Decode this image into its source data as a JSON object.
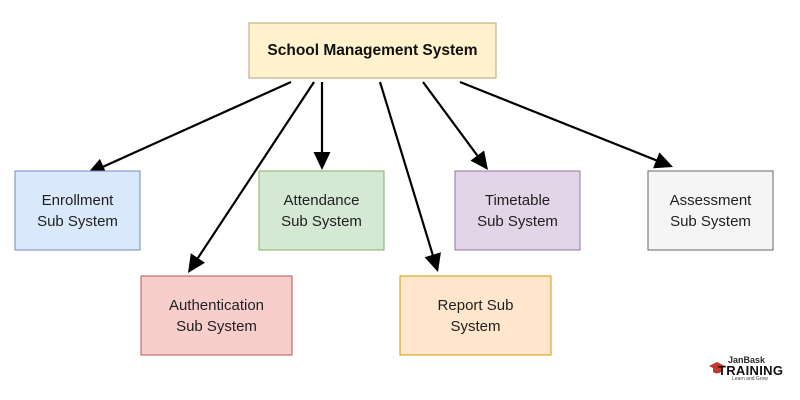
{
  "root": {
    "label": "School Management System",
    "fill": "#fff2cc",
    "stroke": "#b0a57a"
  },
  "nodes": [
    {
      "id": "enrollment",
      "lines": [
        "Enrollment",
        "Sub System"
      ],
      "fill": "#dae8fc",
      "stroke": "#6c8ebf"
    },
    {
      "id": "authentication",
      "lines": [
        "Authentication",
        "Sub System"
      ],
      "fill": "#f8cecc",
      "stroke": "#b85450"
    },
    {
      "id": "attendance",
      "lines": [
        "Attendance",
        "Sub System"
      ],
      "fill": "#d5e8d4",
      "stroke": "#82b366"
    },
    {
      "id": "report",
      "lines": [
        "Report Sub",
        "System"
      ],
      "fill": "#ffe6cc",
      "stroke": "#d79b00"
    },
    {
      "id": "timetable",
      "lines": [
        "Timetable",
        "Sub System"
      ],
      "fill": "#e1d5e7",
      "stroke": "#9673a6"
    },
    {
      "id": "assessment",
      "lines": [
        "Assessment",
        "Sub System"
      ],
      "fill": "#f5f5f5",
      "stroke": "#666666"
    }
  ],
  "edges": [
    {
      "from": "root",
      "to": "enrollment"
    },
    {
      "from": "root",
      "to": "authentication"
    },
    {
      "from": "root",
      "to": "attendance"
    },
    {
      "from": "root",
      "to": "report"
    },
    {
      "from": "root",
      "to": "timetable"
    },
    {
      "from": "root",
      "to": "assessment"
    }
  ],
  "logo": {
    "top": "JanBask",
    "main": "TRAINING",
    "sub": "Learn and Grow",
    "accent": "#c0392b"
  }
}
